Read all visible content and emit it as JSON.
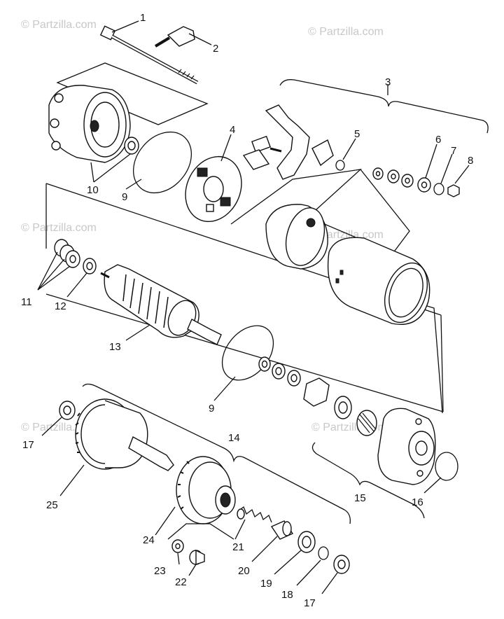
{
  "watermark": "© Partzilla.com",
  "labels": {
    "l1": "1",
    "l2": "2",
    "l3": "3",
    "l4": "4",
    "l5": "5",
    "l6": "6",
    "l7": "7",
    "l8": "8",
    "l9a": "9",
    "l9b": "9",
    "l10": "10",
    "l11": "11",
    "l12": "12",
    "l13": "13",
    "l14": "14",
    "l15": "15",
    "l16": "16",
    "l17a": "17",
    "l17b": "17",
    "l18": "18",
    "l19": "19",
    "l20": "20",
    "l21": "21",
    "l22": "22",
    "l23": "23",
    "l24": "24",
    "l25": "25"
  }
}
